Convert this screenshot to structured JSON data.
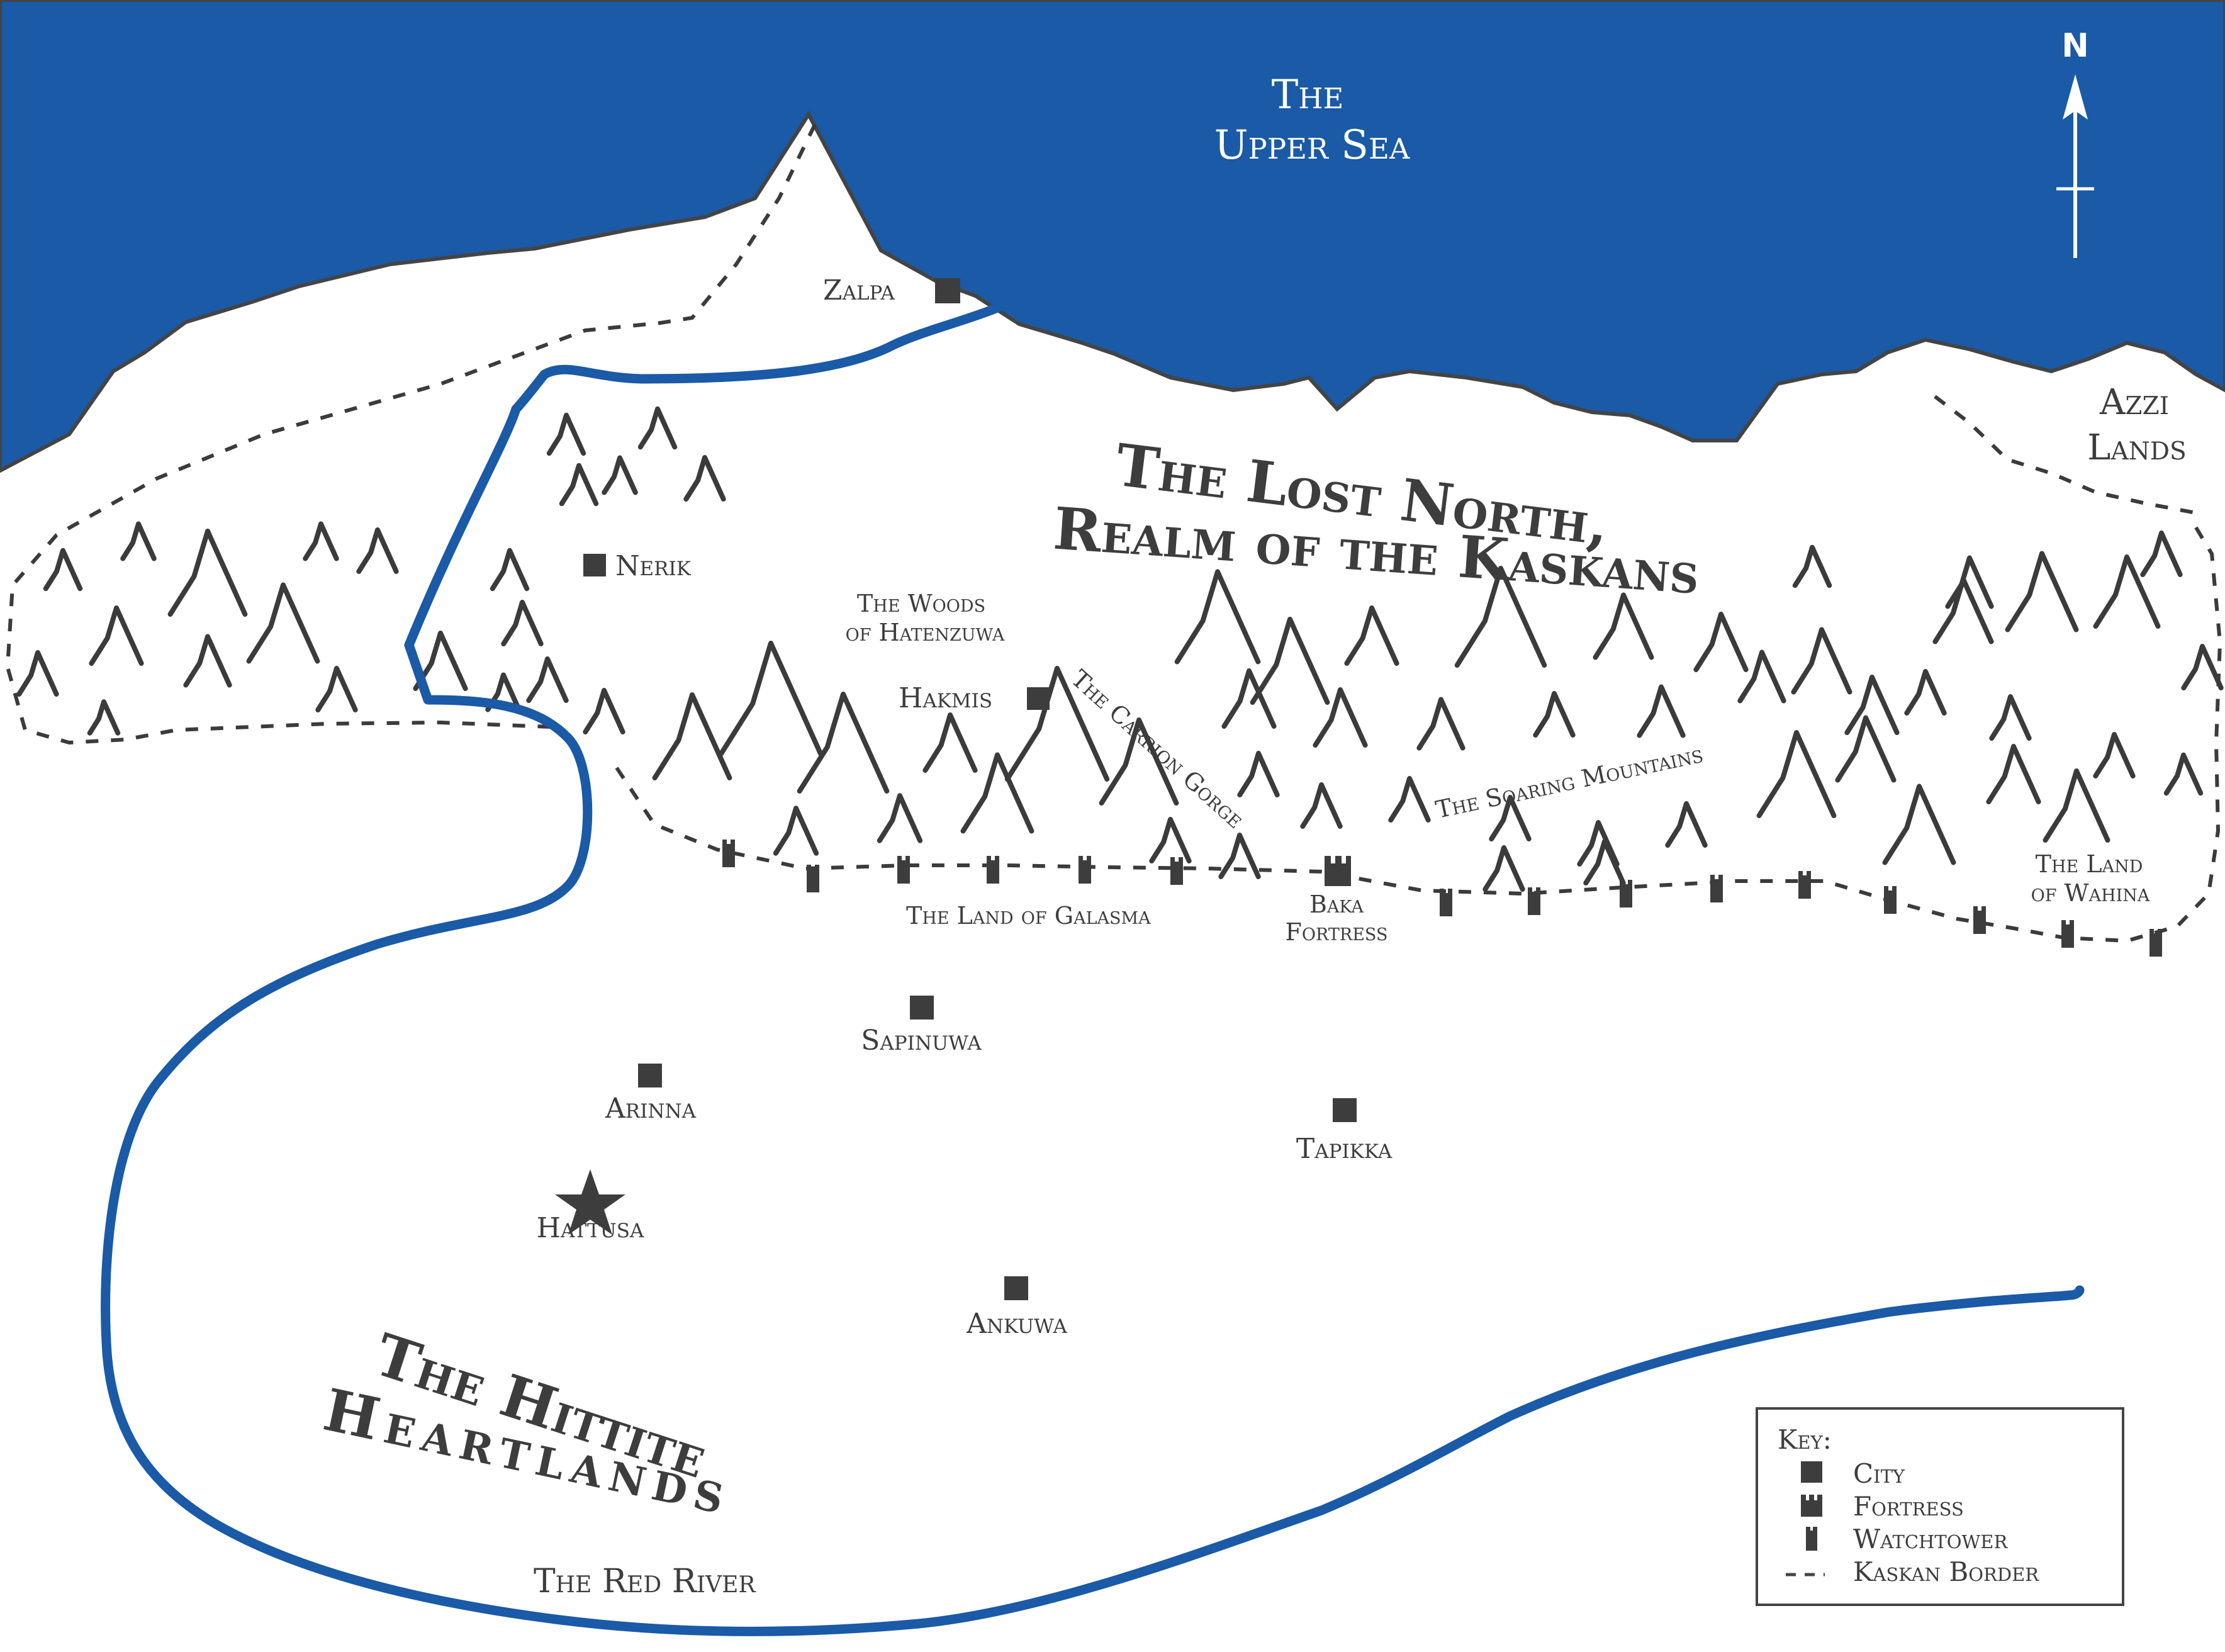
{
  "sea": {
    "name_line1": "The",
    "name_line2": "Upper Sea",
    "color": "#1a5aa6"
  },
  "compass": {
    "letter": "N"
  },
  "regions": {
    "lost_north_line1": "The Lost North,",
    "lost_north_line2": "Realm of the Kaskans",
    "heartlands_line1": "The Hittite",
    "heartlands_line2": "Heartlands",
    "azzi_line1": "Azzi",
    "azzi_line2": "Lands",
    "woods_line1": "The Woods",
    "woods_line2": "of Hatenzuwa",
    "carrion_gorge": "The Carrion Gorge",
    "soaring_mountains": "The Soaring Mountains",
    "galasma": "The Land of Galasma",
    "wahina_line1": "The Land",
    "wahina_line2": "of Wahina",
    "red_river": "The Red River"
  },
  "places": {
    "zalpa": "Zalpa",
    "nerik": "Nerik",
    "hakmis": "Hakmis",
    "baka_line1": "Baka",
    "baka_line2": "Fortress",
    "sapinuwa": "Sapinuwa",
    "arinna": "Arinna",
    "hattusa": "Hattusa",
    "tapikka": "Tapikka",
    "ankuwa": "Ankuwa"
  },
  "key": {
    "title": "Key:",
    "city": "City",
    "fortress": "Fortress",
    "watchtower": "Watchtower",
    "border": "Kaskan Border"
  },
  "colors": {
    "sea": "#1a5aa6",
    "river": "#1a5aa6",
    "ink": "#3d3d3d"
  }
}
